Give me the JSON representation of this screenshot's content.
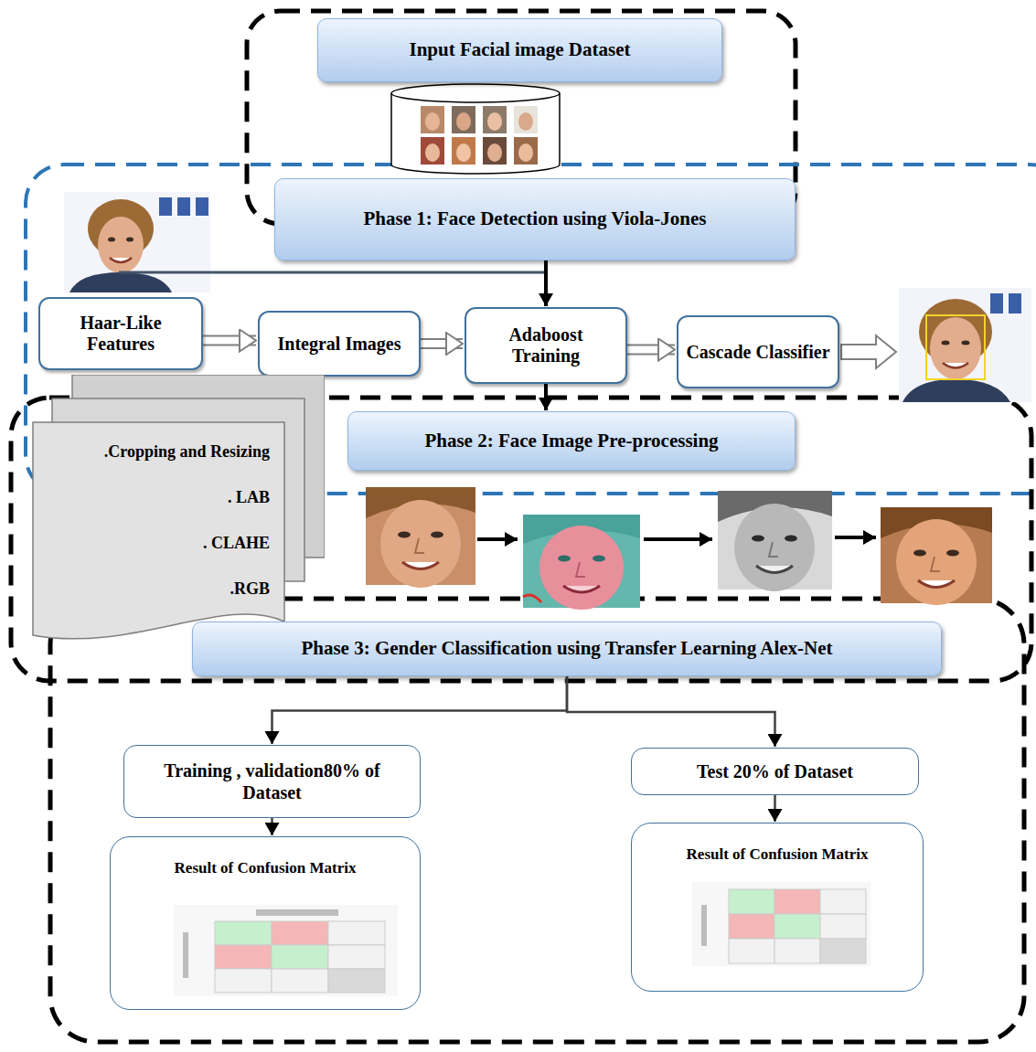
{
  "diagram": {
    "nodes": [
      {
        "text": [
          "Input Facial image Dataset"
        ]
      },
      {
        "text": [
          "Phase 1: Face Detection using Viola-Jones"
        ]
      },
      {
        "text": [
          "Haar-Like Features"
        ]
      },
      {
        "text": [
          "Integral Images"
        ]
      },
      {
        "text": [
          "Adaboost Training"
        ]
      },
      {
        "text": [
          "Cascade Classifier"
        ]
      },
      {
        "text": [
          "Phase 2: Face Image Pre-processing"
        ]
      },
      {
        "text": [
          ".Cropping and Resizing",
          ". LAB",
          ". CLAHE",
          ".RGB"
        ]
      },
      {
        "text": [
          "Phase 3: Gender Classification using Transfer Learning Alex-Net"
        ]
      },
      {
        "text": [
          "Training , validation80% of Dataset"
        ]
      },
      {
        "text": [
          "Test 20% of Dataset"
        ]
      },
      {
        "text": [
          "Result of Confusion Matrix"
        ]
      },
      {
        "text": [
          "Result of Confusion Matrix"
        ]
      }
    ],
    "edges": [
      {
        "from": 1,
        "to": 4,
        "arrow": "to"
      },
      {
        "from": 2,
        "to": 3,
        "arrow": "to"
      },
      {
        "from": 3,
        "to": 4,
        "arrow": "to"
      },
      {
        "from": 4,
        "to": 5,
        "arrow": "to"
      },
      {
        "from": 4,
        "to": 6,
        "arrow": "to"
      },
      {
        "from": 8,
        "to": 9,
        "arrow": "to"
      },
      {
        "from": 8,
        "to": 10,
        "arrow": "to"
      },
      {
        "from": 9,
        "to": 11,
        "arrow": "to"
      },
      {
        "from": 10,
        "to": 12,
        "arrow": "to"
      }
    ]
  }
}
